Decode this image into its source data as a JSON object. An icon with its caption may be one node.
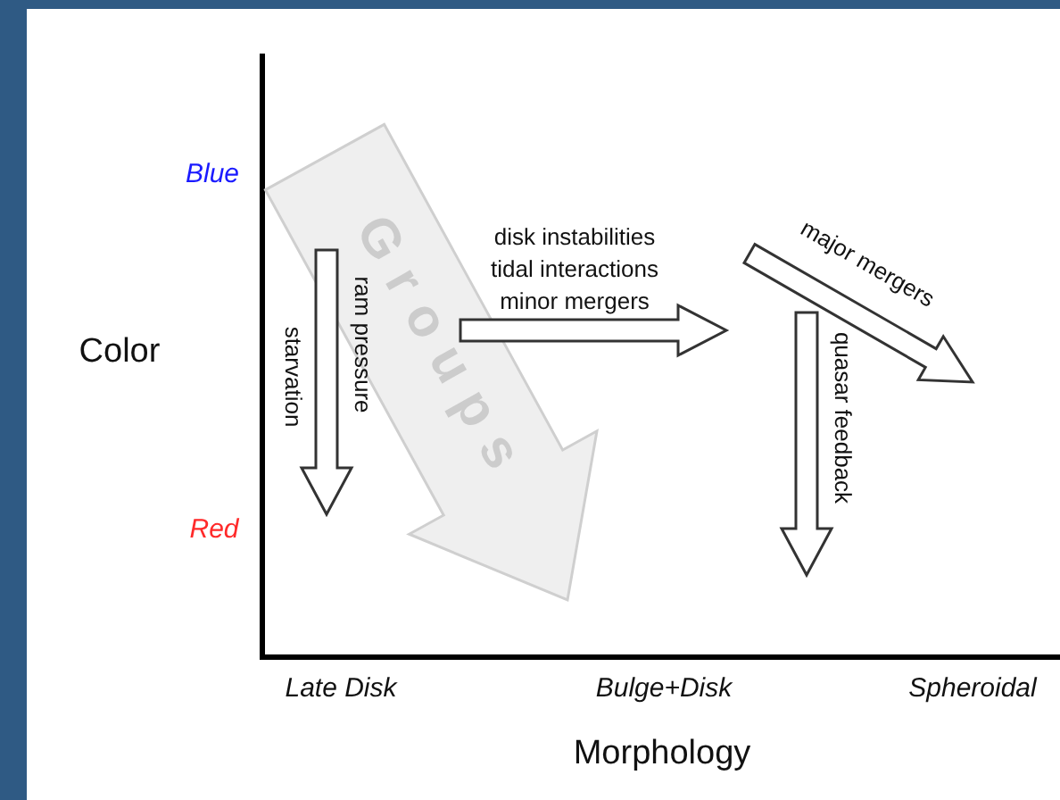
{
  "diagram": {
    "labels": [
      "Blue",
      "Red",
      "Color",
      "Late Disk",
      "Bulge+Disk",
      "Spheroidal",
      "Morphology",
      "Groups",
      "starvation",
      "ram pressure",
      "disk instabilities",
      "tidal interactions",
      "minor mergers",
      "major mergers",
      "quasar feedback"
    ]
  }
}
